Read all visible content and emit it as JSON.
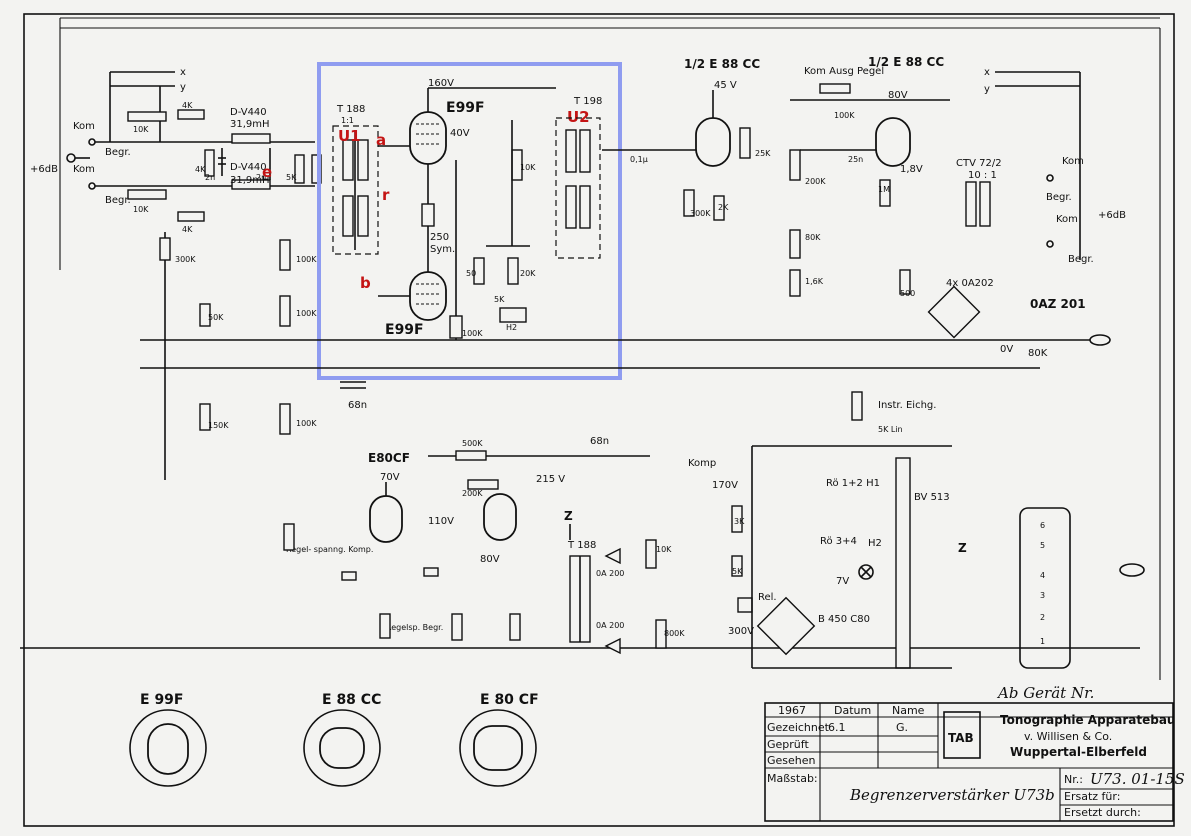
{
  "labels": {
    "v160": "160V",
    "e99f_top": "E99F",
    "e99f_bottom": "E99F",
    "v40": "40V",
    "t188_top": "T 188",
    "t188_ratio": "1:1",
    "t198": "T 198",
    "r250": "250",
    "sym": "Sym.",
    "r50": "50",
    "r20k": "20K",
    "r10k": "10K",
    "r100k": "100K",
    "r5k": "5K",
    "h2": "H2",
    "e88cc_left": "1/2 E 88 CC",
    "e88cc_right": "1/2 E 88 CC",
    "v45": "45 V",
    "v80": "80V",
    "v18": "1,8V",
    "kom_ausg_pegel": "Kom Ausg Pegel",
    "ctv": "CTV 72/2",
    "ctv_ratio": "10 : 1",
    "plus6db_left": "+6dB",
    "plus6db_right": "+6dB",
    "kom": "Kom",
    "begr": "Begr.",
    "x": "x",
    "y": "y",
    "dv440_1": "D-V440",
    "dv440_1_val": "31,9mH",
    "dv440_2": "D-V440",
    "dv440_2_val": "31,9mH",
    "instr_eichg": "Instr. Eichg.",
    "lin": "5K Lin",
    "zero_v": "0V",
    "r80k": "80K",
    "oaz201": "0AZ 201",
    "oa200_pair": "4x 0A202",
    "e80cf": "E80CF",
    "v70": "70V",
    "v110": "110V",
    "v215": "215 V",
    "v80b": "80V",
    "v170": "170V",
    "t188_bottom": "T 188",
    "oa200_a": "0A 200",
    "oa200_b": "0A 200",
    "ro12": "Rö 1+2 H1",
    "ro34": "Rö 3+4",
    "h2b": "H2",
    "bv513": "BV 513",
    "v7": "7V",
    "b450": "B 450 C80",
    "v300": "300V",
    "rel": "Rel.",
    "z_left": "Z",
    "z_right": "Z",
    "regelspann": "Regel- spanng. Komp.",
    "regelsp_begr": "Regelsp. Begr.",
    "r500k": "500K",
    "r200k": "200K",
    "c68n": "68n",
    "c68n_b": "68n",
    "ab_geraet": "Ab Gerät Nr.",
    "komp": "Komp",
    "red_u1": "U1",
    "red_u2": "U2",
    "red_a": "a",
    "red_b": "b",
    "red_e": "e",
    "red_r": "r",
    "pin_e99f": "E 99F",
    "pin_e88cc": "E 88 CC",
    "pin_e80cf": "E 80 CF"
  },
  "title_block": {
    "year": "1967",
    "datum_head": "Datum",
    "name_head": "Name",
    "gezeichnet": "Gezeichnet",
    "gezeichnet_date": "6.1",
    "gezeichnet_name": "G.",
    "geprueft": "Geprüft",
    "gesehen": "Gesehen",
    "massstab": "Maßstab:",
    "company": "Tonographie Apparatebau",
    "company_sub": "v. Willisen & Co.",
    "company_city": "Wuppertal-Elberfeld",
    "logo": "TAB",
    "product": "Begrenzerverstärker U73b",
    "nr_label": "Nr.:",
    "nr_value": "U73. 01-15S",
    "ersatz_fuer": "Ersatz für:",
    "ersetzt_durch": "Ersetzt durch:"
  },
  "colors": {
    "ink": "#111111",
    "paper": "#f3f3f1",
    "highlight_box": "#8f9cf0",
    "annotation_red": "#c41414"
  }
}
